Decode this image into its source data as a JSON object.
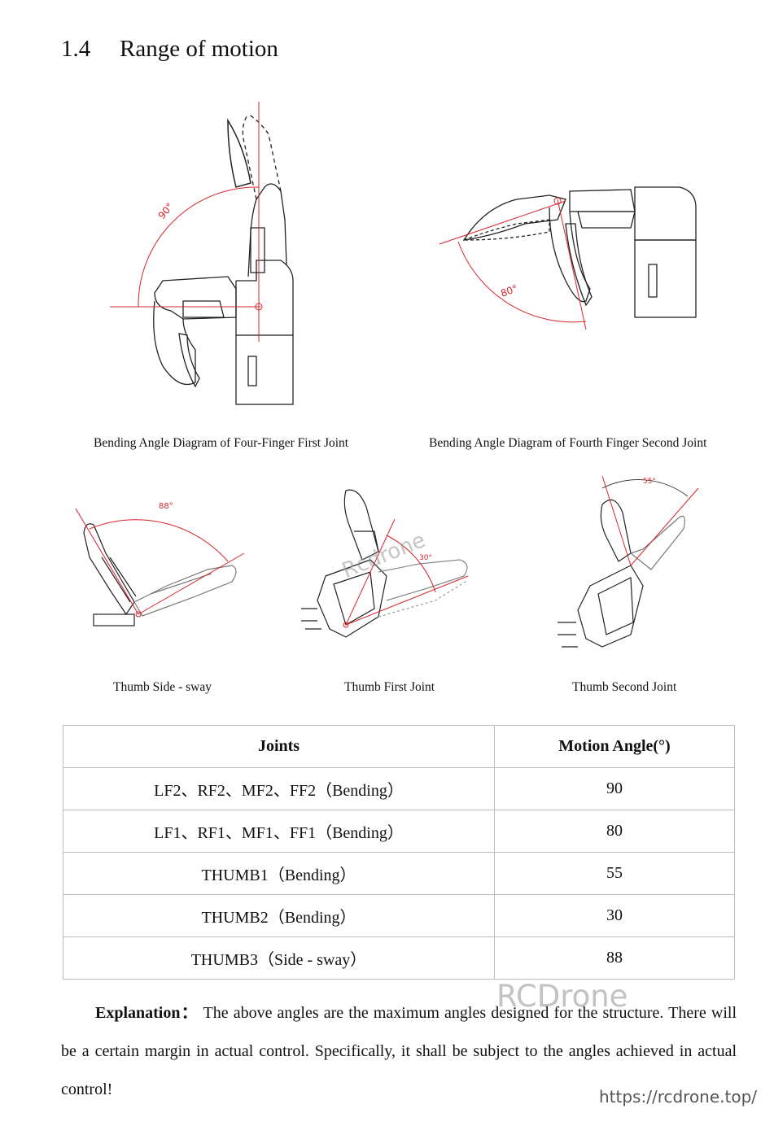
{
  "section": {
    "number": "1.4",
    "title": "Range of motion"
  },
  "figures": {
    "four_finger_first_joint": {
      "caption": "Bending Angle Diagram of Four-Finger First Joint",
      "angle_label": "90°"
    },
    "fourth_finger_second_joint": {
      "caption": "Bending Angle Diagram of Fourth Finger Second Joint",
      "angle_label": "80°"
    },
    "thumb_side_sway": {
      "caption": "Thumb Side - sway",
      "angle_label": "88°"
    },
    "thumb_first_joint": {
      "caption": "Thumb First Joint"
    },
    "thumb_second_joint": {
      "caption": "Thumb Second Joint",
      "angle_label": "55°"
    }
  },
  "table": {
    "headers": [
      "Joints",
      "Motion Angle(°)"
    ],
    "rows": [
      {
        "joint": "LF2、RF2、MF2、FF2（Bending）",
        "angle": "90"
      },
      {
        "joint": "LF1、RF1、MF1、FF1（Bending）",
        "angle": "80"
      },
      {
        "joint": "THUMB1（Bending）",
        "angle": "55"
      },
      {
        "joint": "THUMB2（Bending）",
        "angle": "30"
      },
      {
        "joint": "THUMB3（Side - sway）",
        "angle": "88"
      }
    ]
  },
  "explanation": {
    "label": "Explanation：",
    "text": "The above angles are the maximum angles designed for the structure. There will be a certain margin in actual control. Specifically, it shall be subject to the angles achieved in actual control!"
  },
  "watermarks": {
    "brand": "RCDrone",
    "url": "https://rcdrone.top/",
    "overlay": "Rcdrone"
  },
  "colors": {
    "angle_line": "#d9242b",
    "text": "#111111",
    "table_border": "#bcbcbc"
  }
}
